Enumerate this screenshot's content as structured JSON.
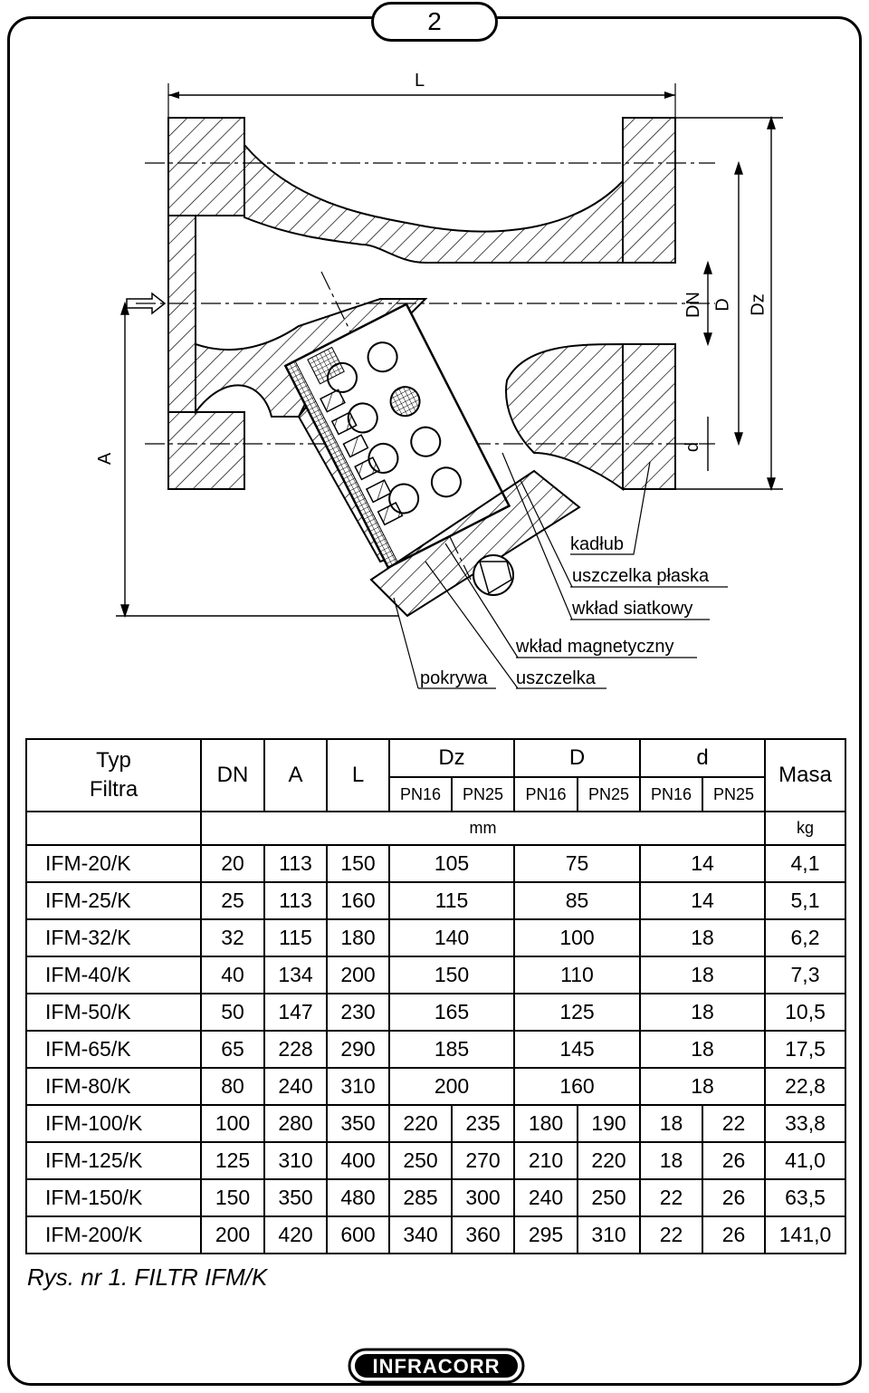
{
  "page_number": "2",
  "dimensions": {
    "L": "L",
    "A": "A",
    "DN": "DN",
    "D": "D",
    "Dz": "Dz",
    "d": "d"
  },
  "parts": {
    "kadlub": "kadłub",
    "uszczelka_plaska": "uszczelka płaska",
    "wklad_siatkowy": "wkład siatkowy",
    "wklad_magnetyczny": "wkład magnetyczny",
    "pokrywa": "pokrywa",
    "uszczelka": "uszczelka"
  },
  "table": {
    "header": {
      "typ": "Typ",
      "filtra": "Filtra",
      "dn": "DN",
      "a": "A",
      "l": "L",
      "dz": "Dz",
      "d_big": "D",
      "d_small": "d",
      "masa": "Masa",
      "pn16": "PN16",
      "pn25": "PN25",
      "mm": "mm",
      "kg": "kg"
    },
    "rows": [
      [
        "IFM-20/K",
        "20",
        "113",
        "150",
        "105",
        "75",
        "14",
        "4,1"
      ],
      [
        "IFM-25/K",
        "25",
        "113",
        "160",
        "115",
        "85",
        "14",
        "5,1"
      ],
      [
        "IFM-32/K",
        "32",
        "115",
        "180",
        "140",
        "100",
        "18",
        "6,2"
      ],
      [
        "IFM-40/K",
        "40",
        "134",
        "200",
        "150",
        "110",
        "18",
        "7,3"
      ],
      [
        "IFM-50/K",
        "50",
        "147",
        "230",
        "165",
        "125",
        "18",
        "10,5"
      ],
      [
        "IFM-65/K",
        "65",
        "228",
        "290",
        "185",
        "145",
        "18",
        "17,5"
      ],
      [
        "IFM-80/K",
        "80",
        "240",
        "310",
        "200",
        "160",
        "18",
        "22,8"
      ]
    ],
    "rows_split": [
      [
        "IFM-100/K",
        "100",
        "280",
        "350",
        "220",
        "235",
        "180",
        "190",
        "18",
        "22",
        "33,8"
      ],
      [
        "IFM-125/K",
        "125",
        "310",
        "400",
        "250",
        "270",
        "210",
        "220",
        "18",
        "26",
        "41,0"
      ],
      [
        "IFM-150/K",
        "150",
        "350",
        "480",
        "285",
        "300",
        "240",
        "250",
        "22",
        "26",
        "63,5"
      ],
      [
        "IFM-200/K",
        "200",
        "420",
        "600",
        "340",
        "360",
        "295",
        "310",
        "22",
        "26",
        "141,0"
      ]
    ]
  },
  "caption": "Rys. nr 1. FILTR IFM/K",
  "logo_text": "INFRACORR"
}
